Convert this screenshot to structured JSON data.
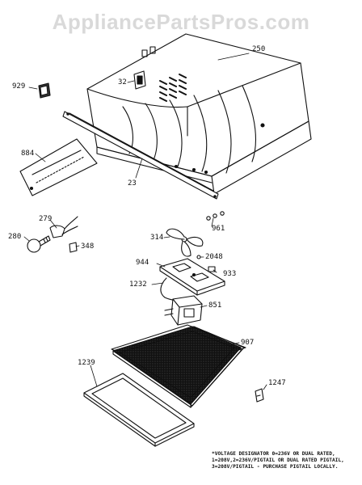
{
  "watermark": "AppliancePartsPros.com",
  "parts": {
    "p250": "250",
    "p929": "929",
    "p32": "32",
    "p884": "884",
    "p23": "23",
    "p279": "279",
    "p280": "280",
    "p348": "348",
    "p961": "961",
    "p314": "314",
    "p2048": "2048",
    "p944": "944",
    "p933": "933",
    "p1232": "1232",
    "p851": "851",
    "p907": "907",
    "p1239": "1239",
    "p1247": "1247"
  },
  "footnote": {
    "line1": "*VOLTAGE DESIGNATOR 0=236V OR DUAL RATED,",
    "line2": "1=208V,2=236V/PIGTAIL OR DUAL RATED PIGTAIL,",
    "line3": "3=208V/PIGTAIL - PURCHASE PIGTAIL LOCALLY."
  }
}
